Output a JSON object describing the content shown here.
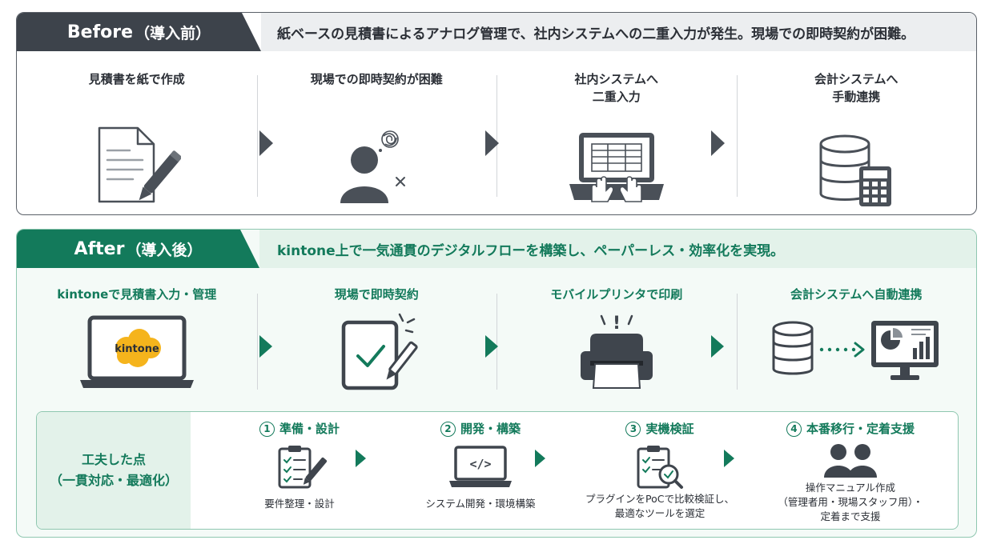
{
  "before": {
    "tab_en": "Before",
    "tab_jp": "（導入前）",
    "summary": "紙ベースの見積書によるアナログ管理で、社内システムへの二重入力が発生。現場での即時契約が困難。",
    "steps": [
      {
        "label": [
          "見積書を紙で作成"
        ],
        "icon": "paper-document-pen-icon"
      },
      {
        "label": [
          "現場での即時契約が困難"
        ],
        "icon": "confused-person-icon"
      },
      {
        "label": [
          "社内システムへ",
          "二重入力"
        ],
        "icon": "laptop-typing-icon"
      },
      {
        "label": [
          "会計システムへ",
          "手動連携"
        ],
        "icon": "database-calculator-icon"
      }
    ],
    "colors": {
      "dark": "#3d434b",
      "bar": "#eceef0"
    }
  },
  "after": {
    "tab_en": "After",
    "tab_jp": "（導入後）",
    "summary": "kintone上で一気通貫のデジタルフローを構築し、ペーパーレス・効率化を実現。",
    "steps": [
      {
        "label": [
          "kintoneで見積書入力・管理"
        ],
        "icon": "laptop-kintone-icon",
        "logo_text": "kintone"
      },
      {
        "label": [
          "現場で即時契約"
        ],
        "icon": "tablet-check-icon"
      },
      {
        "label": [
          "モバイルプリンタで印刷"
        ],
        "icon": "mobile-printer-icon",
        "alert_mark": "!"
      },
      {
        "label": [
          "会計システムへ自動連携"
        ],
        "icon": "database-to-monitor-icon"
      }
    ],
    "colors": {
      "green": "#137a5b",
      "light": "#e3f2ea",
      "logo": "#f5b41c"
    }
  },
  "kufu": {
    "title": [
      "工夫した点",
      "（一貫対応・最適化）"
    ],
    "steps": [
      {
        "num": "1",
        "title": "準備・設計",
        "desc": [
          "要件整理・設計"
        ],
        "icon": "clipboard-pen-icon"
      },
      {
        "num": "2",
        "title": "開発・構築",
        "desc": [
          "システム開発・環境構築"
        ],
        "icon": "laptop-code-icon",
        "code_glyph": "</>"
      },
      {
        "num": "3",
        "title": "実機検証",
        "desc": [
          "プラグインをPoCで比較検証し、",
          "最適なツールを選定"
        ],
        "icon": "checklist-magnifier-icon"
      },
      {
        "num": "4",
        "title": "本番移行・定着支援",
        "desc": [
          "操作マニュアル作成",
          "（管理者用・現場スタッフ用）・",
          "定着まで支援"
        ],
        "icon": "two-people-icon"
      }
    ]
  }
}
